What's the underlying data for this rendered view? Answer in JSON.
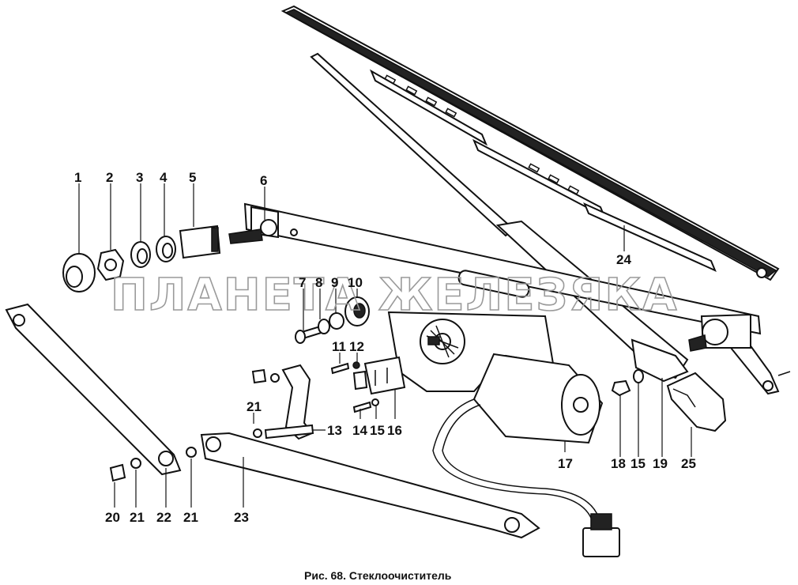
{
  "caption": "Рис. 68. Стеклоочиститель",
  "watermark": "ПЛАНЕТА ЖЕЛЕЗЯКА",
  "callouts": [
    "1",
    "2",
    "3",
    "4",
    "5",
    "6",
    "7",
    "8",
    "9",
    "10",
    "11",
    "12",
    "13",
    "14",
    "15",
    "16",
    "17",
    "18",
    "15",
    "19",
    "20",
    "21",
    "22",
    "21",
    "21",
    "23",
    "24",
    "25"
  ]
}
